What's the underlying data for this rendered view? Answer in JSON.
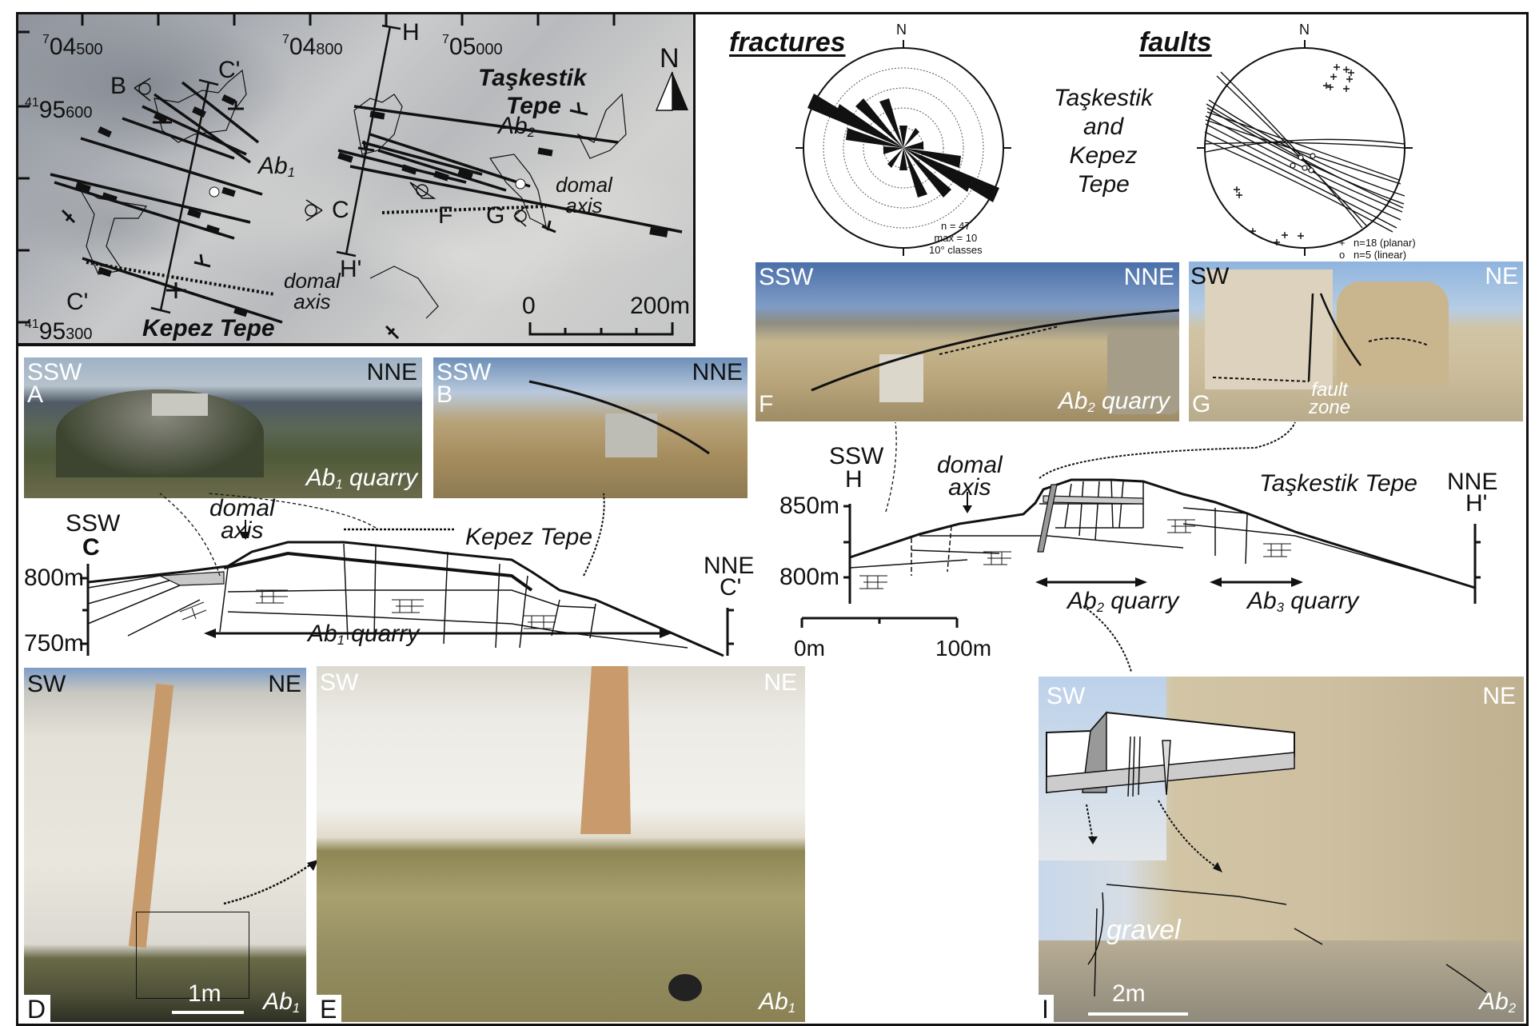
{
  "map": {
    "coords": {
      "x_ticks": [
        {
          "prefix": "7",
          "main": "04",
          "suffix": "500"
        },
        {
          "prefix": "7",
          "main": "04",
          "suffix": "800"
        },
        {
          "prefix": "7",
          "main": "05",
          "suffix": "000"
        }
      ],
      "y_ticks": [
        {
          "prefix": "41",
          "main": "95",
          "suffix": "600"
        },
        {
          "prefix": "41",
          "main": "95",
          "suffix": "300"
        }
      ]
    },
    "place_labels": {
      "taskestik_1": "Taşkestik",
      "taskestik_2": "Tepe",
      "kepez": "Kepez Tepe"
    },
    "unit_labels": {
      "ab1_main": "Ab",
      "ab1_sub": "1",
      "ab2_main": "Ab",
      "ab2_sub": "2"
    },
    "section_labels": {
      "c_prime_top": "C'",
      "c_prime_bottom": "C'",
      "h": "H",
      "h_prime": "H'",
      "c": "C"
    },
    "view_labels": {
      "b": "B",
      "c": "C",
      "f": "F",
      "g": "G"
    },
    "domal_axis": {
      "line1": "domal",
      "line2": "axis"
    },
    "north": "N",
    "scale": {
      "start": "0",
      "end": "200m"
    }
  },
  "stereonets": {
    "fractures": {
      "title": "fractures",
      "north": "N",
      "stats": [
        "n = 47",
        "max = 10",
        "10° classes"
      ]
    },
    "center_label": [
      "Taşkestik",
      "and",
      "Kepez",
      "Tepe"
    ],
    "faults": {
      "title": "faults",
      "north": "N",
      "legend": [
        {
          "symbol": "+",
          "text": "n=18 (planar)"
        },
        {
          "symbol": "o",
          "text": "n=5 (linear)"
        }
      ]
    }
  },
  "photos": {
    "A": {
      "letter": "A",
      "left": "SSW",
      "right": "NNE",
      "caption_main": "Ab",
      "caption_sub": "1",
      "caption_rest": " quarry"
    },
    "B": {
      "letter": "B",
      "left": "SSW",
      "right": "NNE"
    },
    "F": {
      "letter": "F",
      "left": "SSW",
      "right": "NNE",
      "caption_main": "Ab",
      "caption_sub": "2",
      "caption_rest": " quarry"
    },
    "G": {
      "letter": "G",
      "left": "SW",
      "right": "NE",
      "caption_1": "fault",
      "caption_2": "zone"
    },
    "D": {
      "letter": "D",
      "left": "SW",
      "right": "NE",
      "scale": "1m",
      "caption_main": "Ab",
      "caption_sub": "1"
    },
    "E": {
      "letter": "E",
      "left": "SW",
      "right": "NE",
      "caption_main": "Ab",
      "caption_sub": "1"
    },
    "I": {
      "letter": "I",
      "left": "SW",
      "right": "NE",
      "scale": "2m",
      "gravel": "gravel",
      "caption_main": "Ab",
      "caption_sub": "2"
    }
  },
  "section_c": {
    "left_dir": "SSW",
    "left_id": "C",
    "right_dir": "NNE",
    "right_id": "C'",
    "y_labels": [
      "800m",
      "750m"
    ],
    "domal_1": "domal",
    "domal_2": "axis",
    "hill": "Kepez Tepe",
    "quarry_main": "Ab",
    "quarry_sub": "1",
    "quarry_rest": " quarry"
  },
  "section_h": {
    "left_dir": "SSW",
    "left_id": "H",
    "right_dir": "NNE",
    "right_id": "H'",
    "y_labels": [
      "850m",
      "800m"
    ],
    "domal_1": "domal",
    "domal_2": "axis",
    "hill": "Taşkestik Tepe",
    "quarry2_main": "Ab",
    "quarry2_sub": "2",
    "quarry2_rest": " quarry",
    "quarry3_main": "Ab",
    "quarry3_sub": "3",
    "quarry3_rest": " quarry",
    "scale": {
      "start": "0m",
      "end": "100m"
    }
  }
}
